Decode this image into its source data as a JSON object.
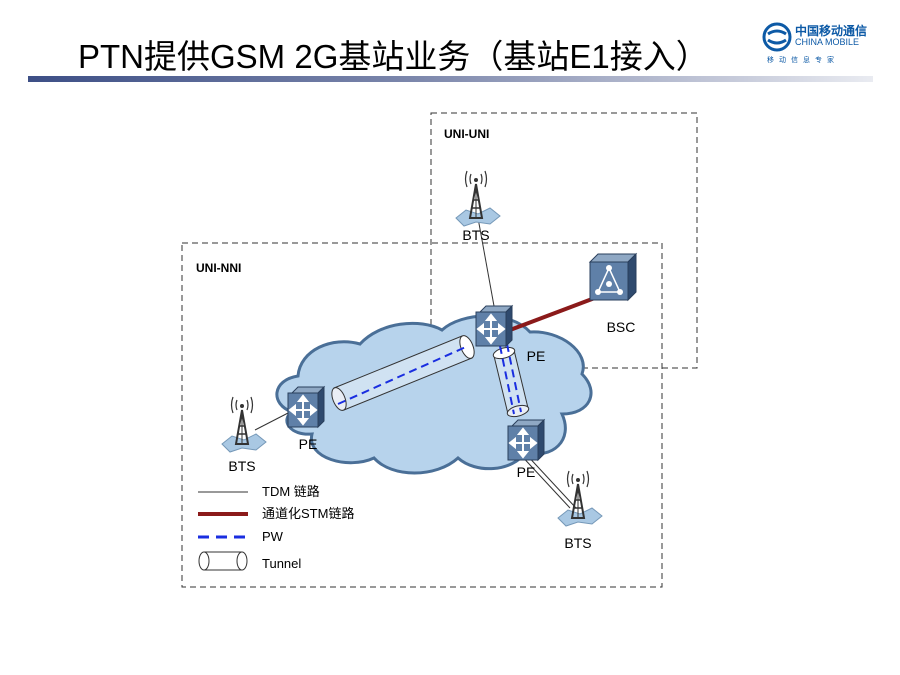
{
  "title": "PTN提供GSM 2G基站业务（基站E1接入）",
  "logo": {
    "cn": "中国移动通信",
    "en": "CHINA MOBILE",
    "tagline": "移动信息专家",
    "icon": "china-mobile-logo-icon"
  },
  "regions": {
    "uni_uni": "UNI-UNI",
    "uni_nni": "UNI-NNI"
  },
  "nodes": {
    "bts_top": "BTS",
    "bts_left": "BTS",
    "bts_bottom": "BTS",
    "pe_top": "PE",
    "pe_left": "PE",
    "pe_bottom": "PE",
    "bsc": "BSC"
  },
  "legend": {
    "tdm": "TDM 链路",
    "stm": "通道化STM链路",
    "pw": "PW",
    "tunnel": "Tunnel"
  },
  "colors": {
    "stm_link": "#8b1a1a",
    "pw": "#1a2ee0",
    "cloud_fill": "#b7d3ec",
    "cloud_stroke": "#4a6f97",
    "title_rule": "#3d4f86",
    "logo": "#0d5aa6"
  }
}
